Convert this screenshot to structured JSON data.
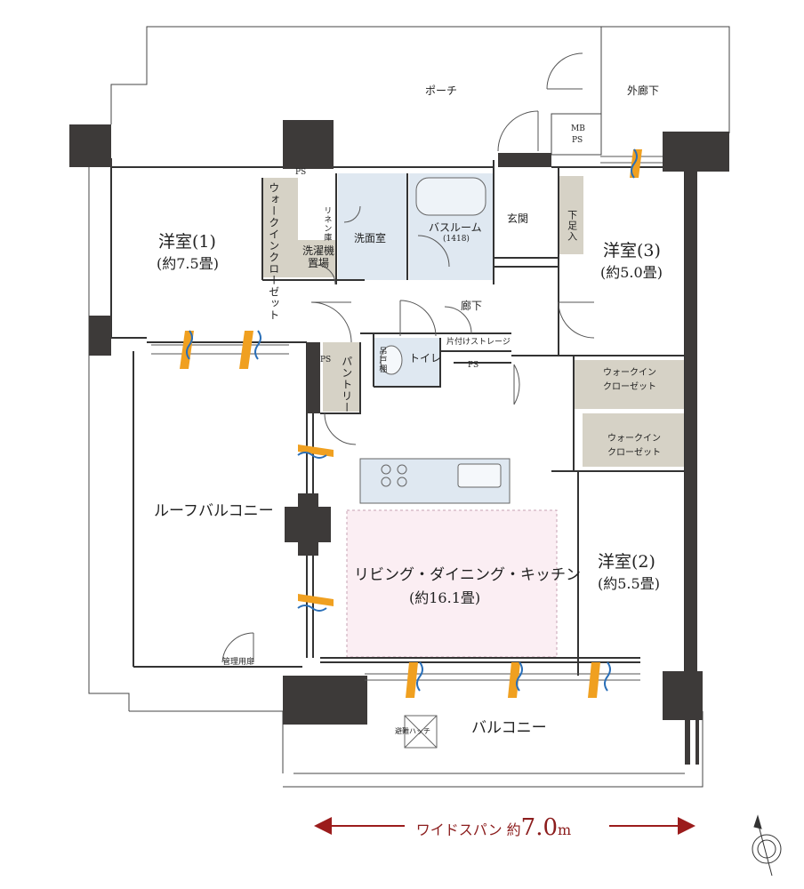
{
  "labels": {
    "porch": "ポーチ",
    "outer_corridor": "外廊下",
    "mb_ps": "MB",
    "mb_ps2": "PS",
    "ps_top": "PS",
    "ps_pantry": "PS",
    "ps_center": "PS",
    "room1_name": "洋室(1)",
    "room1_size": "(約7.5畳)",
    "room2_name": "洋室(2)",
    "room2_size": "(約5.5畳)",
    "room3_name": "洋室(3)",
    "room3_size": "(約5.0畳)",
    "walkin_closet_room1": "ウォークインクローゼット",
    "linen": "リネン庫",
    "washroom": "洗面室",
    "laundry": "洗濯機置場",
    "bathroom": "バスルーム",
    "bath_size": "(1418)",
    "entrance": "玄関",
    "shoe_storage": "下足入",
    "hallway": "廊下",
    "storage": "片付けストレージ",
    "toilet": "トイレ",
    "hanging_shelf": "吊戸棚",
    "pantry": "パントリー",
    "walkin_closet_a_1": "ウォークイン",
    "walkin_closet_a_2": "クローゼット",
    "walkin_closet_b_1": "ウォークイン",
    "walkin_closet_b_2": "クローゼット",
    "ldk_name": "リビング・ダイニング・キッチン",
    "ldk_size": "(約16.1畳)",
    "roof_balcony": "ルーフバルコニー",
    "management_door": "管理用扉",
    "balcony": "バルコニー",
    "evacuation_hatch": "避難ハッチ",
    "wide_span_prefix": "ワイドスパン 約",
    "wide_span_value": "7.0",
    "wide_span_unit": "m"
  },
  "colors": {
    "wall": "#3d3a39",
    "wet_area": "#dfe8f1",
    "closet": "#d6d2c6",
    "ldk_area": "#fbeef3",
    "accent_arrow": "#9b1c1c",
    "airflow_orange": "#f0a020",
    "airflow_blue": "#2a6fb8"
  }
}
